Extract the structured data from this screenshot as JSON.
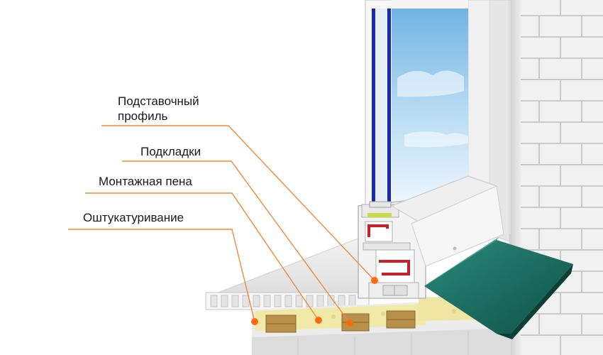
{
  "callouts": [
    {
      "line1": "Подставочный",
      "line2": "профиль"
    },
    {
      "line1": "Подкладки"
    },
    {
      "line1": "Монтажная пена"
    },
    {
      "line1": "Оштукатуривание"
    }
  ],
  "colors": {
    "leader": "#f08a3c",
    "marker": "#ff6a10",
    "glass_frame": "#1a2aa8",
    "sky_top": "#6ab0e0",
    "sky_bottom": "#e8f4fc",
    "sill_green": "#1c6e63",
    "seal": "#c8202a",
    "foam": "#f1e9a8",
    "shim": "#b8904a"
  }
}
